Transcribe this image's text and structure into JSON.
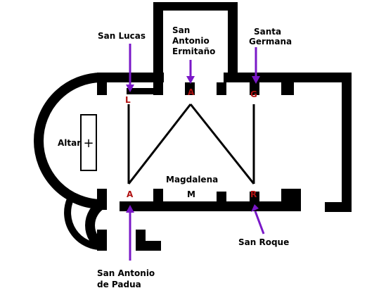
{
  "colors": {
    "wall": "#000000",
    "arrow": "#7a18c8",
    "marker": "#b01010",
    "background": "#ffffff"
  },
  "labels": {
    "san_lucas": "San Lucas",
    "san_antonio_ermitano_1": "San",
    "san_antonio_ermitano_2": "Antonio",
    "san_antonio_ermitano_3": "Ermitaño",
    "santa_germana_1": "Santa",
    "santa_germana_2": "Germana",
    "altar": "Altar",
    "altar_cross": "+",
    "magdalena": "Magdalena",
    "san_roque": "San Roque",
    "san_antonio_padua_1": "San Antonio",
    "san_antonio_padua_2": "de Padua"
  },
  "markers": {
    "l": "L",
    "a_top": "A",
    "g": "G",
    "a_bottom": "A",
    "m": "M",
    "r": "R"
  }
}
